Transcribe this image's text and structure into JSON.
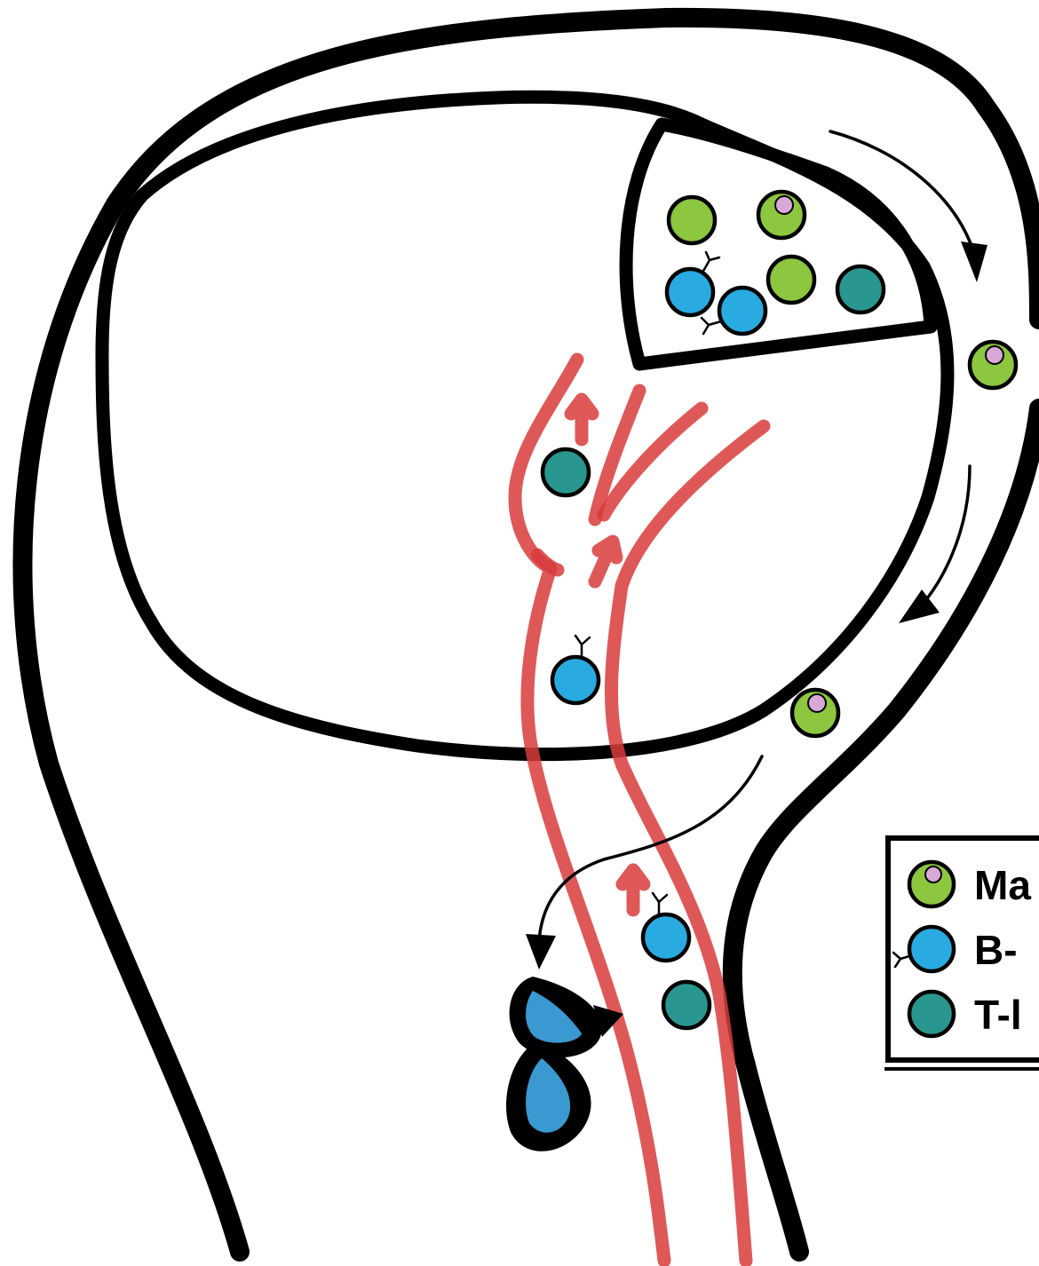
{
  "colors": {
    "node_fill": "#cccccc",
    "zone_fill": "#c771b0",
    "vessel": "#d93b3b",
    "macrophage": "#8dc63f",
    "macrophage_inclusion": "#d8a8d6",
    "b_cell": "#29abe2",
    "t_cell": "#2a9690",
    "plasma_nucleus": "#3a99d0",
    "outline": "#000000"
  },
  "legend": {
    "items": [
      {
        "icon": "macrophage-icon",
        "label": "Ma"
      },
      {
        "icon": "b-cell-icon",
        "label": "B-"
      },
      {
        "icon": "t-cell-icon",
        "label": "T-l"
      }
    ]
  }
}
